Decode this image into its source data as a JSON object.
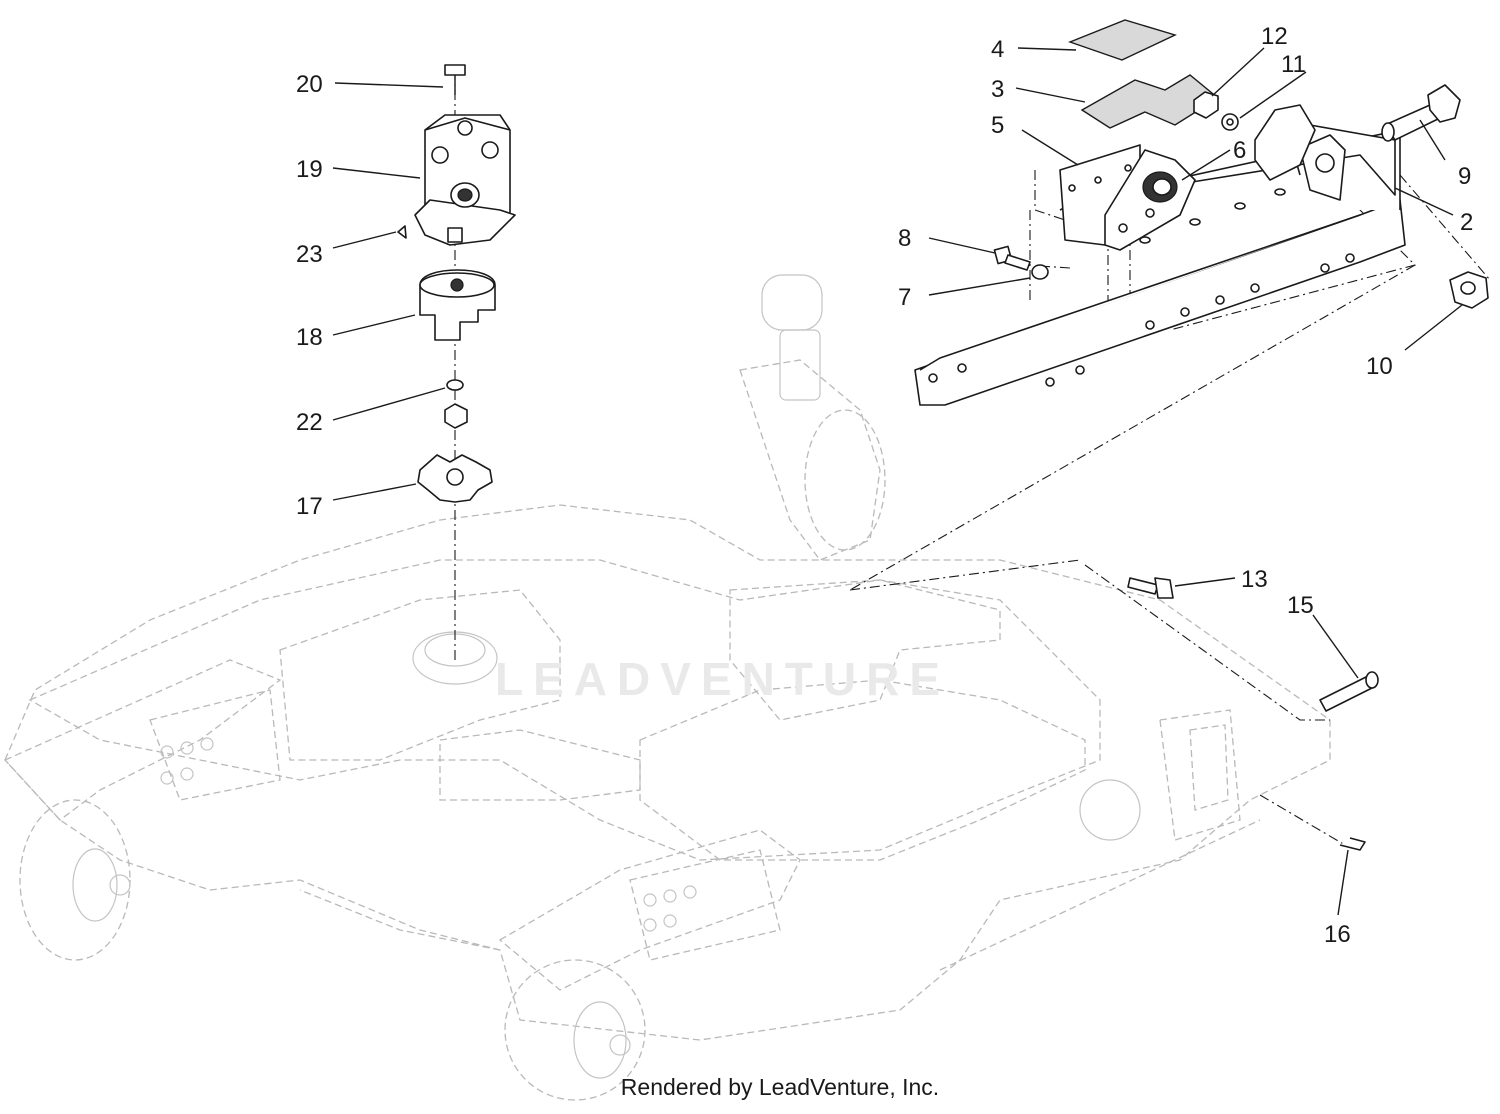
{
  "callouts": [
    {
      "id": "c2",
      "label": "2"
    },
    {
      "id": "c3",
      "label": "3"
    },
    {
      "id": "c4",
      "label": "4"
    },
    {
      "id": "c5",
      "label": "5"
    },
    {
      "id": "c6",
      "label": "6"
    },
    {
      "id": "c7",
      "label": "7"
    },
    {
      "id": "c8",
      "label": "8"
    },
    {
      "id": "c9",
      "label": "9"
    },
    {
      "id": "c10",
      "label": "10"
    },
    {
      "id": "c11",
      "label": "11"
    },
    {
      "id": "c12",
      "label": "12"
    },
    {
      "id": "c13",
      "label": "13"
    },
    {
      "id": "c15",
      "label": "15"
    },
    {
      "id": "c16",
      "label": "16"
    },
    {
      "id": "c17",
      "label": "17"
    },
    {
      "id": "c18",
      "label": "18"
    },
    {
      "id": "c19",
      "label": "19"
    },
    {
      "id": "c20",
      "label": "20"
    },
    {
      "id": "c22",
      "label": "22"
    },
    {
      "id": "c23",
      "label": "23"
    }
  ],
  "watermark": "LEADVENTURE",
  "credit": "Rendered by LeadVenture, Inc."
}
